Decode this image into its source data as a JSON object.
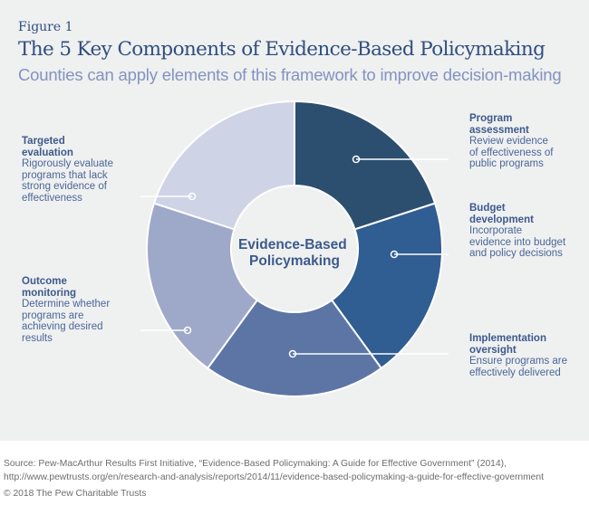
{
  "header": {
    "figure_label": "Figure 1",
    "title": "The 5 Key Components of Evidence-Based Policymaking",
    "subtitle": "Counties can apply elements of this framework to improve decision-making"
  },
  "center_label": [
    "Evidence-Based",
    "Policymaking"
  ],
  "components": [
    {
      "title": "Program assessment",
      "desc": "Review evidence\nof effectiveness of\npublic programs",
      "color": "#2c4f6f"
    },
    {
      "title": "Budget development",
      "desc": "Incorporate\nevidence into budget\nand policy decisions",
      "color": "#305d92"
    },
    {
      "title": "Implementation oversight",
      "desc": "Ensure programs are\neffectively delivered",
      "color": "#5d75a5"
    },
    {
      "title": "Outcome monitoring",
      "desc": "Determine whether\nprograms are\nachieving desired\nresults",
      "color": "#9ea8c9"
    },
    {
      "title": "Targeted evaluation",
      "desc": "Rigorously evaluate\nprograms that lack\nstrong evidence of\neffectiveness",
      "color": "#cfd3e6"
    }
  ],
  "footer": {
    "source": "Source: Pew-MacArthur Results First Initiative, “Evidence-Based Policymaking: A Guide for Effective Government” (2014), http://www.pewtrusts.org/en/research-and-analysis/reports/2014/11/evidence-based-policymaking-a-guide-for-effective-government",
    "copyright": "© 2018 The Pew Charitable Trusts"
  }
}
